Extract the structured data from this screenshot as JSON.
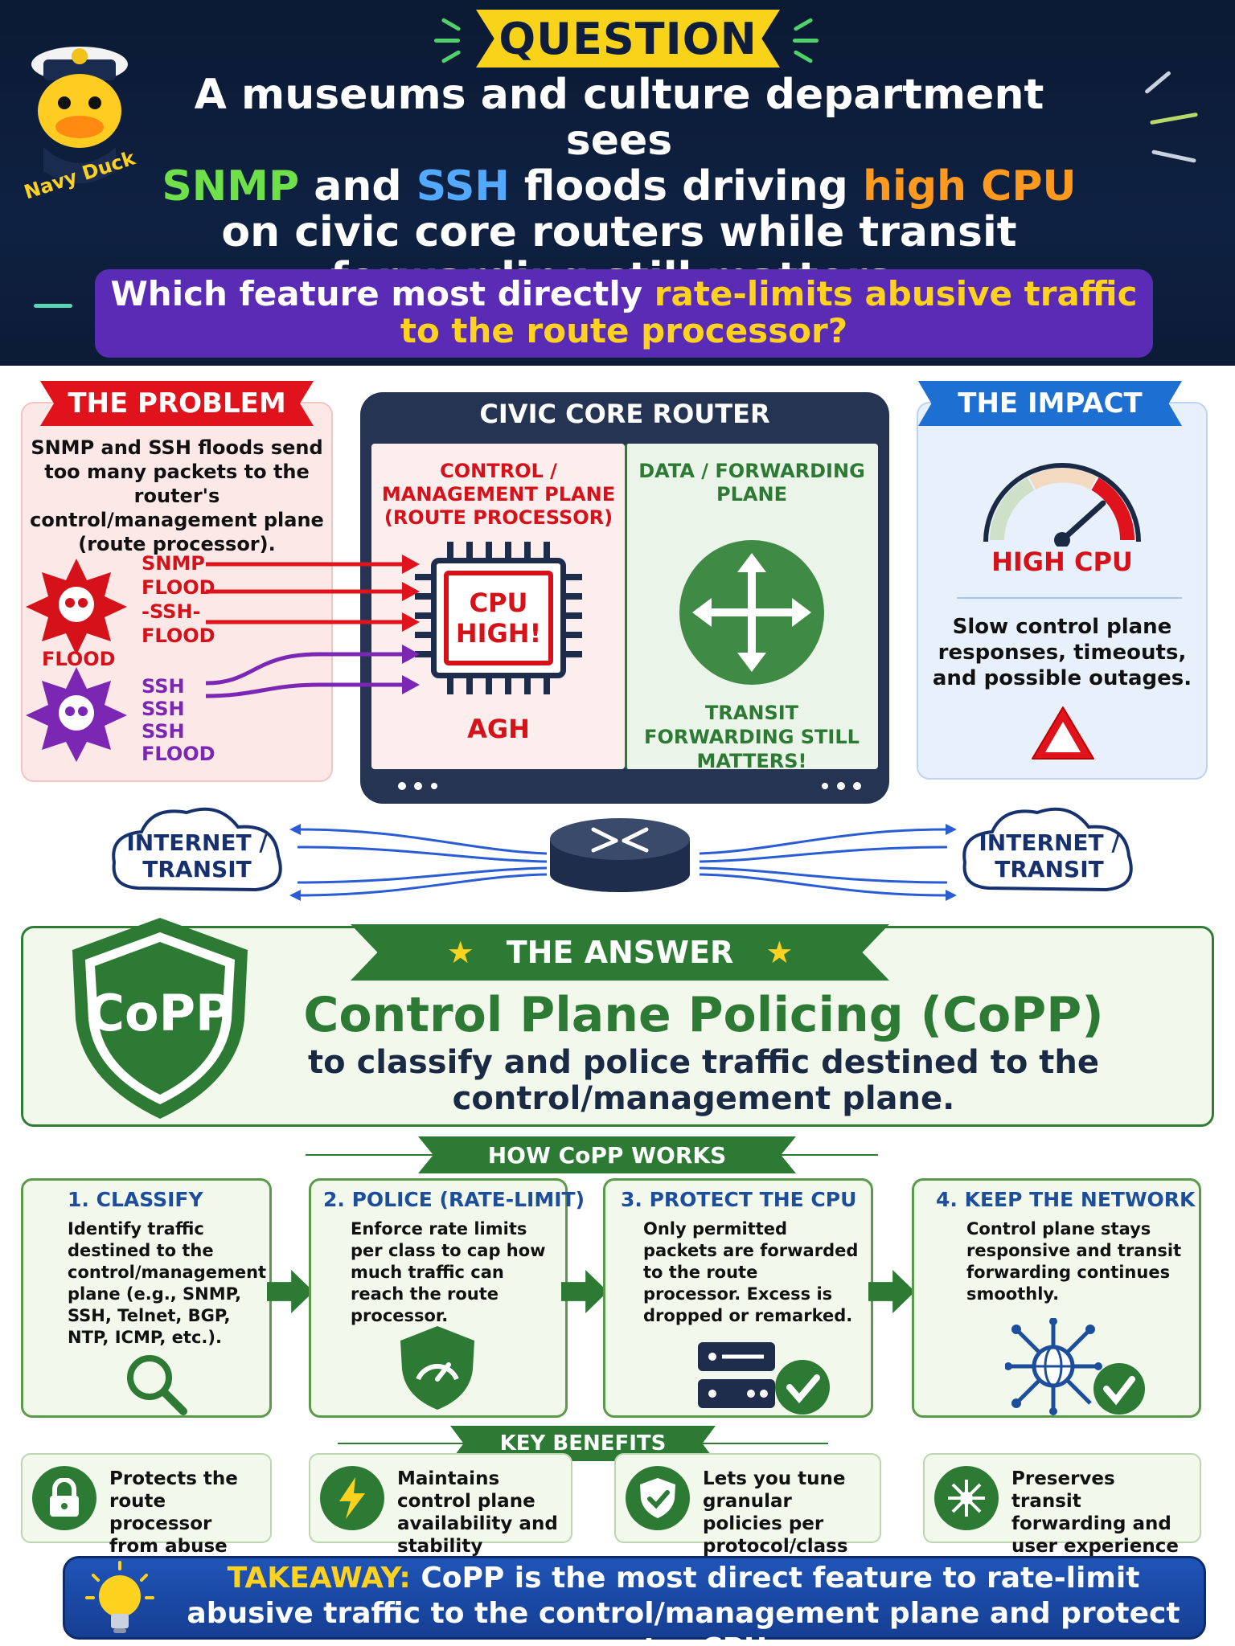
{
  "brand": {
    "mascot_label": "Navy Duck"
  },
  "question": {
    "banner": "QUESTION",
    "line1": "A museums and culture department sees",
    "snmp": "SNMP",
    "and": "and",
    "ssh": "SSH",
    "floods_driving": "floods driving",
    "high_cpu": "high CPU",
    "line3": "on civic core routers while transit",
    "line4": "forwarding still matters.",
    "sub_prefix": "Which feature most directly",
    "sub_highlight": "rate-limits abusive traffic",
    "sub_line2": "to the route processor?"
  },
  "problem": {
    "ribbon": "THE PROBLEM",
    "desc": "SNMP and SSH floods send too many packets to the router's control/management plane (route processor).",
    "snmp_label1": "SNMP",
    "snmp_label2": "FLOOD",
    "garble1": "-SSH-",
    "flood_label": "FLOOD",
    "flood_left": "FLOOD",
    "ssh_garble": "SSH",
    "ssh_garble2": "SSH",
    "ssh_label1": "SSH",
    "ssh_label2": "FLOOD"
  },
  "router": {
    "title": "CIVIC CORE ROUTER",
    "control_title": "CONTROL / MANAGEMENT PLANE (ROUTE PROCESSOR)",
    "data_title": "DATA / FORWARDING PLANE",
    "cpu_text": "CPU HIGH!",
    "agh": "AGH",
    "transit_note": "TRANSIT FORWARDING STILL MATTERS!"
  },
  "impact": {
    "ribbon": "THE IMPACT",
    "high_cpu": "HIGH CPU",
    "desc": "Slow control plane responses, timeouts, and possible outages."
  },
  "internet": {
    "left": "INTERNET / TRANSIT",
    "right": "INTERNET / TRANSIT"
  },
  "answer": {
    "ribbon": "THE ANSWER",
    "shield": "CoPP",
    "main": "Control Plane Policing (CoPP)",
    "sub": "to classify and police traffic destined to the control/management plane."
  },
  "how": {
    "ribbon": "HOW CoPP WORKS",
    "steps": [
      {
        "title": "1. CLASSIFY",
        "desc": "Identify traffic destined to the control/management plane (e.g., SNMP, SSH, Telnet, BGP, NTP, ICMP, etc.)."
      },
      {
        "title": "2. POLICE (RATE-LIMIT)",
        "desc": "Enforce rate limits per class to cap how much traffic can reach the route processor."
      },
      {
        "title": "3. PROTECT THE CPU",
        "desc": "Only permitted packets are forwarded to the route processor. Excess is dropped or remarked."
      },
      {
        "title": "4. KEEP THE NETWORK",
        "desc": "Control plane stays responsive and transit forwarding continues smoothly."
      }
    ]
  },
  "benefits": {
    "ribbon": "KEY BENEFITS",
    "items": [
      {
        "text": "Protects the route processor from abuse",
        "icon": "lock-icon"
      },
      {
        "text": "Maintains control plane availability and stability",
        "icon": "lightning-icon"
      },
      {
        "text": "Lets you tune granular policies per protocol/class",
        "icon": "shield-check-icon"
      },
      {
        "text": "Preserves transit forwarding and user experience",
        "icon": "network-arrows-icon"
      }
    ]
  },
  "takeaway": {
    "label": "TAKEAWAY:",
    "text": "CoPP is the most direct feature to rate-limit abusive traffic to the control/management plane and protect router CPU."
  },
  "colors": {
    "red": "#d5111a",
    "green": "#2d7a35",
    "blue": "#1d6fd1",
    "purple": "#7b27b3",
    "navy": "#0f2142",
    "yellow": "#f9d21a"
  }
}
